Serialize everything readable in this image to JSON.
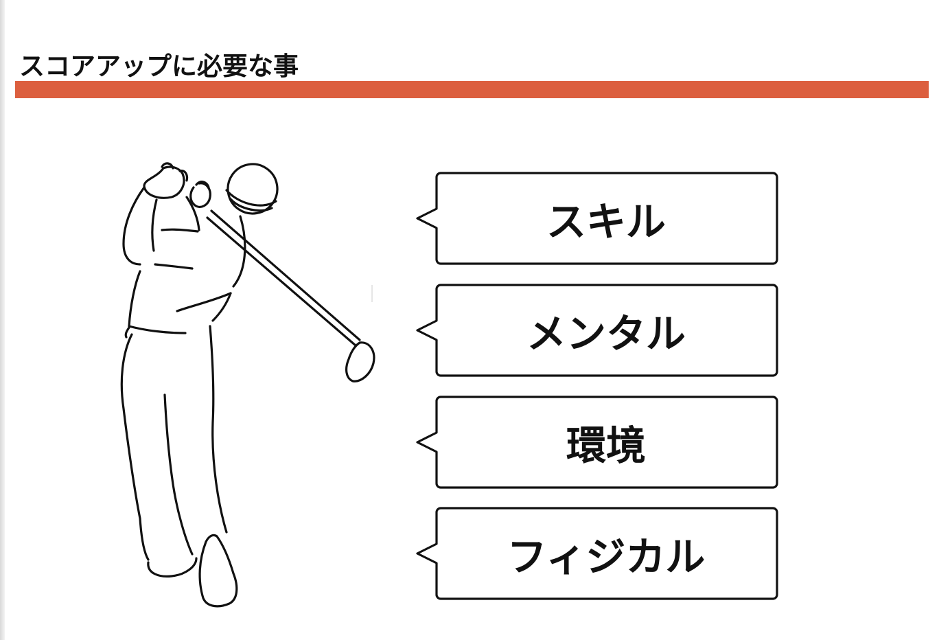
{
  "slide": {
    "title": "スコアアップに必要な事",
    "accent_color": "#dc5f3f"
  },
  "illustration": {
    "icon": "golfer-swing-icon"
  },
  "bubbles": [
    {
      "label": "スキル"
    },
    {
      "label": "メンタル"
    },
    {
      "label": "環境"
    },
    {
      "label": "フィジカル"
    }
  ]
}
